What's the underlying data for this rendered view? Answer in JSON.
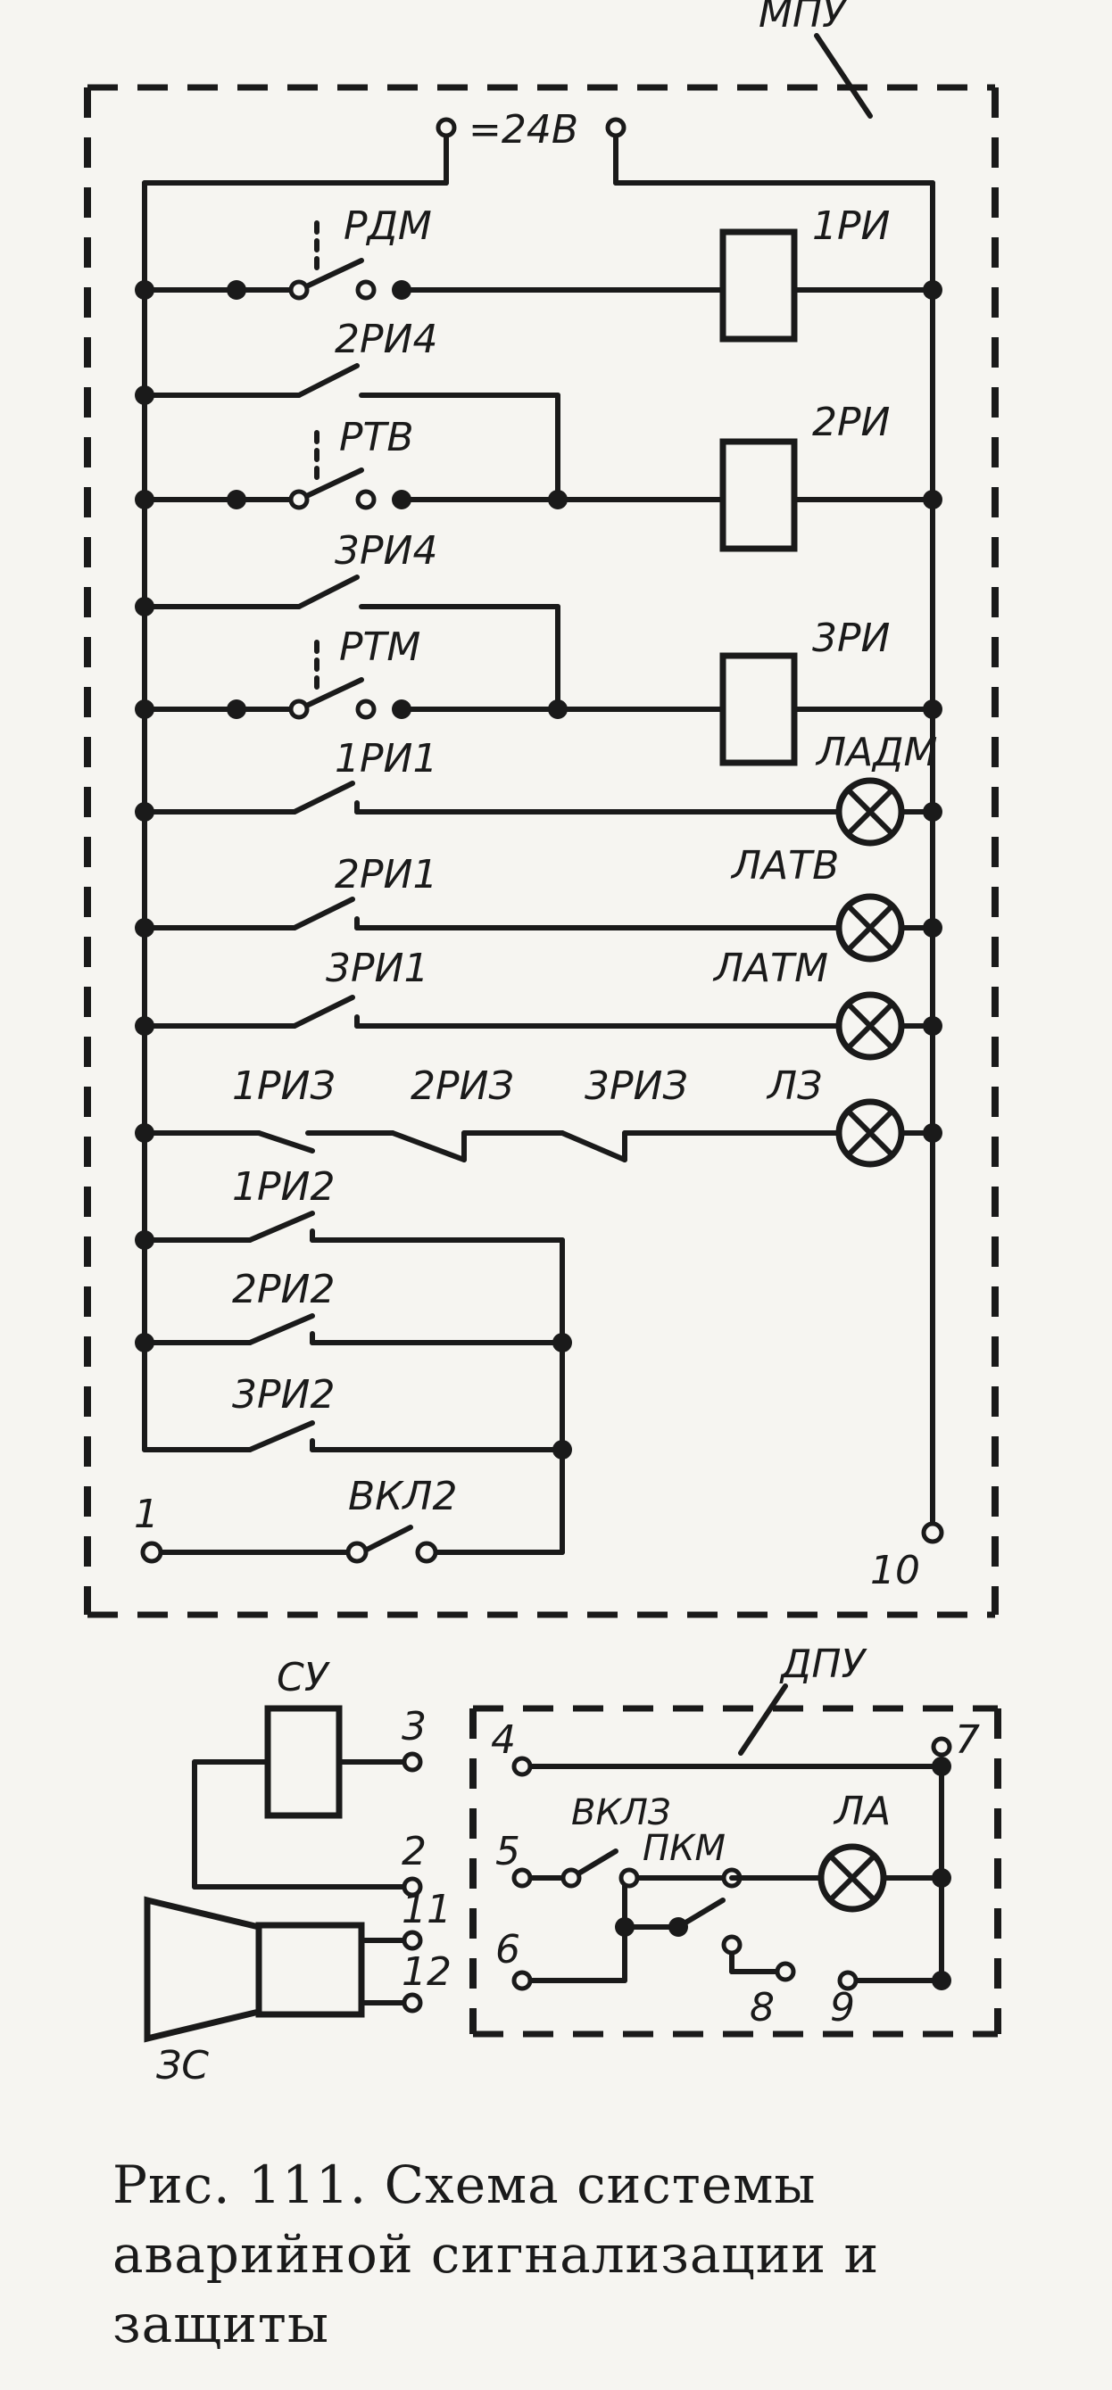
{
  "diagram": {
    "title_block": "МПУ",
    "supply": "=24В",
    "labels": {
      "rdm": "РДМ",
      "ri1": "1РИ",
      "ri2_4": "2РИ4",
      "rtv": "РТВ",
      "ri2": "2РИ",
      "ri3_4": "3РИ4",
      "rtm": "РТМ",
      "ri3": "3РИ",
      "ladm": "ЛАДМ",
      "ri1_1": "1РИ1",
      "ri2_1": "2РИ1",
      "latv": "ЛАТВ",
      "ri3_1": "3РИ1",
      "latm": "ЛАТМ",
      "ri1_3": "1РИЗ",
      "ri2_3": "2РИЗ",
      "ri3_3": "3РИЗ",
      "lz": "ЛЗ",
      "ri1_2": "1РИ2",
      "ri2_2": "2РИ2",
      "ri3_2": "3РИ2",
      "vkl2": "ВКЛ2",
      "t1": "1",
      "t10": "10"
    },
    "lower": {
      "su": "СУ",
      "t3": "3",
      "t2": "2",
      "t11": "11",
      "t12": "12",
      "zs": "ЗС",
      "dpu": "ДПУ",
      "t4": "4",
      "t7": "7",
      "t5": "5",
      "vkl3": "ВКЛЗ",
      "pkm": "ПКМ",
      "la": "ЛА",
      "t6": "6",
      "t8": "8",
      "t9": "9"
    }
  },
  "caption": "Рис. 111. Схема системы аварийной сигнализации и защиты"
}
